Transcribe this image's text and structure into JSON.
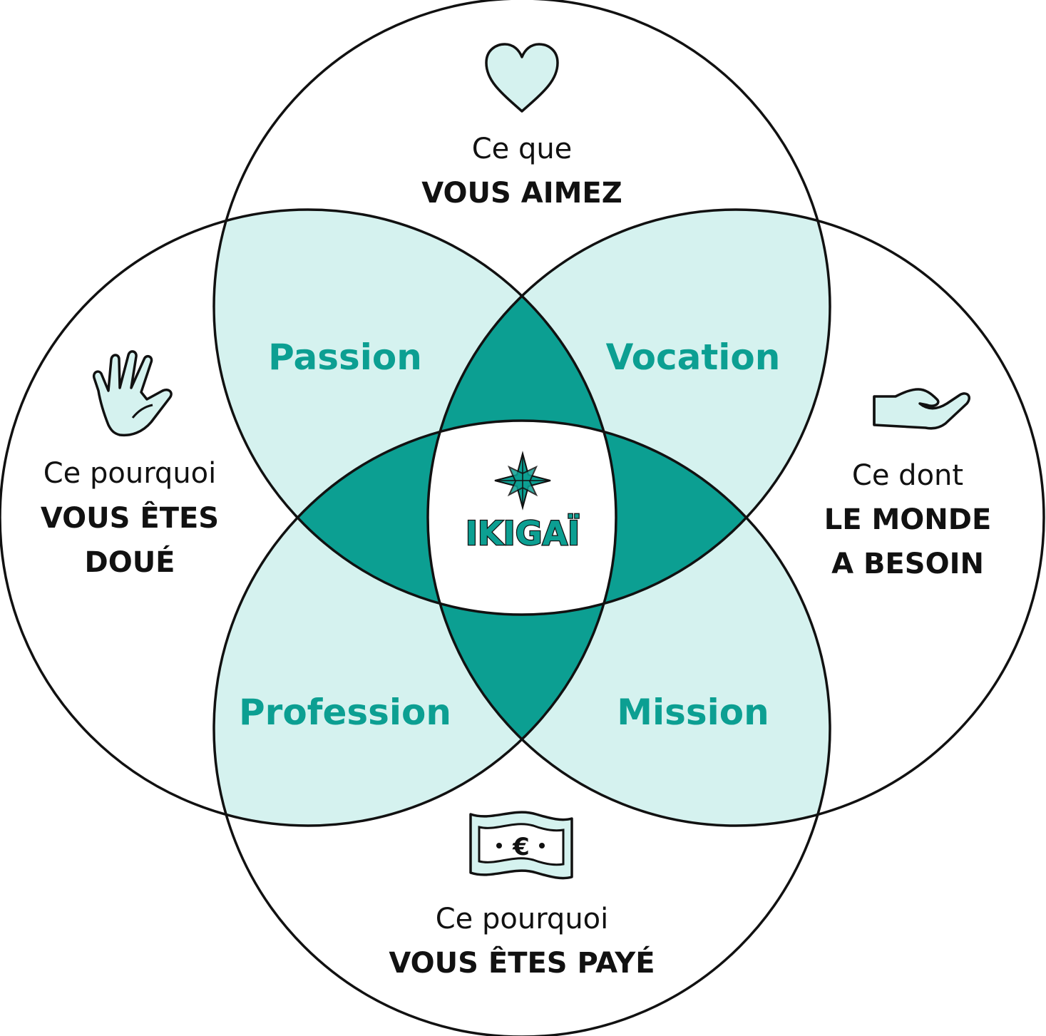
{
  "colors": {
    "light": "#d5f2ef",
    "dark": "#0c9f92",
    "outline": "#111111",
    "text_accent": "#0c9f92"
  },
  "circles": {
    "top": {
      "intro": "Ce que",
      "title_lines": [
        "VOUS AIMEZ"
      ],
      "icon": "heart-icon"
    },
    "left": {
      "intro": "Ce pourquoi",
      "title_lines": [
        "VOUS ÊTES",
        "DOUÉ"
      ],
      "icon": "raised-hand-icon"
    },
    "right": {
      "intro": "Ce dont",
      "title_lines": [
        "LE MONDE",
        "A BESOIN"
      ],
      "icon": "open-palm-icon"
    },
    "bottom": {
      "intro": "Ce pourquoi",
      "title_lines": [
        "VOUS ÊTES PAYÉ"
      ],
      "icon": "euro-banknote-icon"
    }
  },
  "regions": {
    "passion": "Passion",
    "vocation": "Vocation",
    "profession": "Profession",
    "mission": "Mission"
  },
  "center": {
    "label": "IKIGAÏ",
    "icon": "compass-star-icon"
  }
}
